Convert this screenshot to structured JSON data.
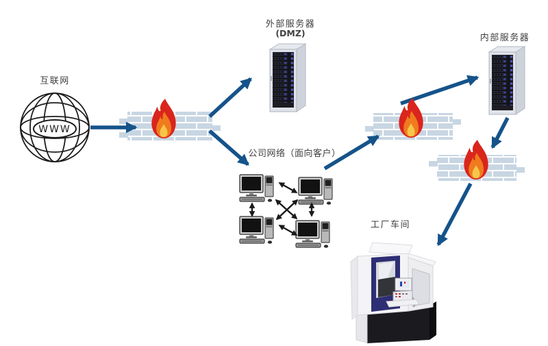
{
  "diagram": {
    "nodes": {
      "internet": {
        "label": "互联网",
        "globe_text": "WWW"
      },
      "external_server": {
        "label": "外部服务器",
        "sublabel": "(DMZ)"
      },
      "company_network": {
        "label": "公司网络（面向客户）"
      },
      "internal_server": {
        "label": "内部服务器"
      },
      "factory": {
        "label": "工厂车间"
      }
    },
    "colors": {
      "arrow": "#15538a",
      "black_arrow": "#1a1a1a",
      "brick": "#c8d6e3",
      "flame_outer": "#da251c",
      "flame_mid": "#ef7b1e",
      "flame_inner": "#f7c54a",
      "label_text": "#3f3f3f"
    }
  }
}
